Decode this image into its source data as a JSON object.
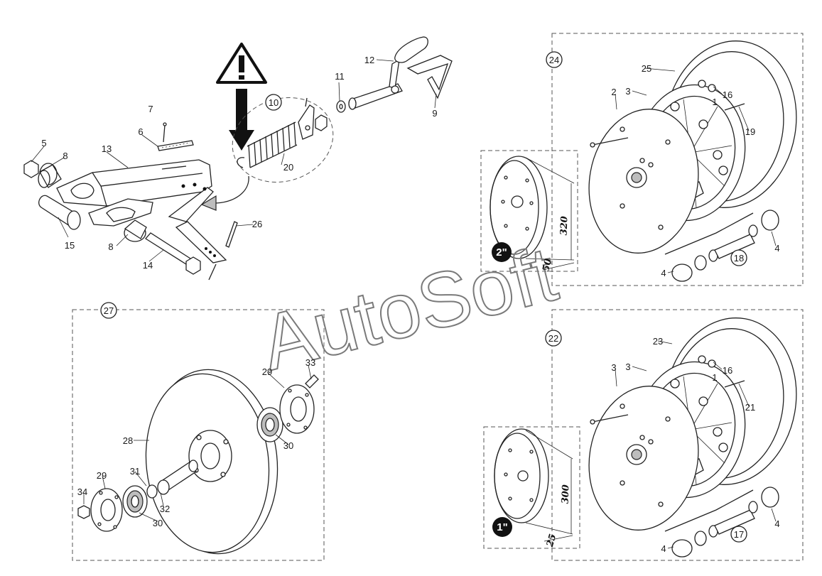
{
  "diagram": {
    "watermark": "AutoSoft",
    "callouts": [
      "1",
      "2",
      "3",
      "4",
      "5",
      "6",
      "7",
      "8",
      "9",
      "10",
      "11",
      "12",
      "13",
      "14",
      "15",
      "16",
      "17",
      "18",
      "19",
      "20",
      "21",
      "22",
      "23",
      "24",
      "25",
      "26",
      "27",
      "28",
      "29",
      "30",
      "31",
      "32",
      "33",
      "34"
    ],
    "circled_callouts": [
      "10",
      "24",
      "27",
      "22",
      "18",
      "17"
    ],
    "wheel_badges": [
      "2\"",
      "1\""
    ],
    "dimensions": [
      "320",
      "50",
      "300",
      "25"
    ]
  }
}
